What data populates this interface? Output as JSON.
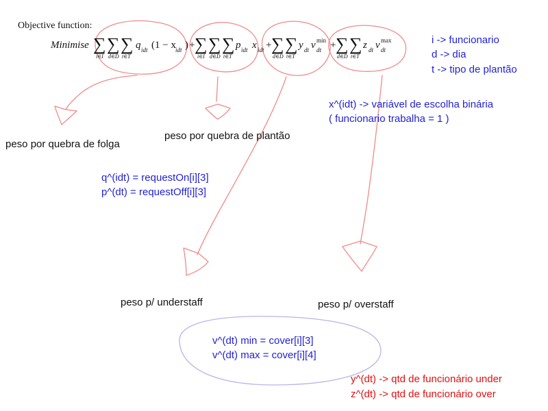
{
  "objective": {
    "title": "Objective function:",
    "minimise": "Minimise",
    "sum": "∑",
    "set_I": "i∈I",
    "set_D": "d∈D",
    "set_T": "t∈T",
    "q": "q",
    "idt": "idt",
    "one_minus": "(1 − x",
    "close": ")",
    "plus": "+",
    "p": "p",
    "x": "x",
    "y": "y",
    "z": "z",
    "dt": "dt",
    "v": "v",
    "min": "min",
    "max": "max"
  },
  "legend": {
    "i": "i -> funcionario",
    "d": "d -> dia",
    "t": "t -> tipo de plantão"
  },
  "x_def": {
    "line1": "x^(idt) -> variável de escolha binária",
    "line2": "( funcionario trabalha = 1 )"
  },
  "labels": {
    "folga": "peso por quebra de folga",
    "plantao": "peso por quebra de plantão",
    "understaff": "peso p/ understaff",
    "overstaff": "peso p/ overstaff"
  },
  "qp_def": {
    "q": "q^(idt) =  requestOn[i][3]",
    "p": "p^(dt) =  requestOff[i][3]"
  },
  "v_def": {
    "min": "v^(dt) min =  cover[i][3]",
    "max": "v^(dt) max =  cover[i][4]"
  },
  "yz_def": {
    "y": "y^(dt) -> qtd de funcionário under",
    "z": "z^(dt) -> qtd de funcionário over"
  },
  "colors": {
    "annotation_blue": "#1f1fd6",
    "annotation_red": "#e01010",
    "sketch_pink": "#f08a8a",
    "sketch_lavender": "#b7b4ea"
  }
}
